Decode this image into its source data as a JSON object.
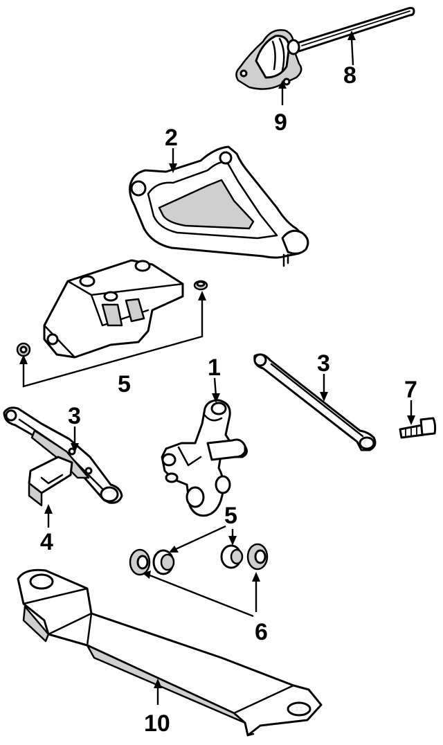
{
  "labels": {
    "knuckle": "1",
    "upper_arm": "2",
    "strut_rod_right": "3",
    "strut_rod_left": "3",
    "bumper": "4",
    "bushing_set_left": "5",
    "bushing_set_right": "5",
    "bushing_6": "6",
    "bolt": "7",
    "stabilizer_bar": "8",
    "bracket": "9",
    "crossmember": "10"
  },
  "colors": {
    "line": "#000000",
    "shade": "#cfcfcf",
    "background": "#ffffff"
  }
}
